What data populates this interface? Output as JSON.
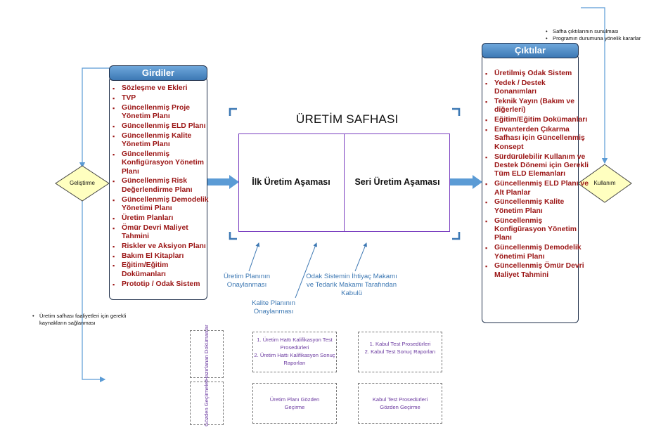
{
  "title": "ÜRETİM SAFHASI",
  "stages": [
    "İlk Üretim Aşaması",
    "Seri Üretim Aşaması"
  ],
  "inputs": {
    "header": "Girdiler",
    "items": [
      "Sözleşme ve Ekleri",
      "TVP",
      "Güncellenmiş Proje Yönetim Planı",
      "Güncellenmiş ELD Planı",
      "Güncellenmiş Kalite Yönetim Planı",
      "Güncellenmiş Konfigürasyon Yönetim Planı",
      "Güncellenmiş Risk Değerlendirme Planı",
      "Güncellenmiş Demodelik Yönetimi Planı",
      "Üretim Planları",
      "Ömür Devri Maliyet Tahmini",
      "Riskler ve Aksiyon Planı",
      "Bakım El Kitapları",
      "Eğitim/Eğitim Dokümanları",
      "Prototip / Odak Sistem"
    ]
  },
  "outputs": {
    "header": "Çıktılar",
    "items": [
      "Üretilmiş Odak Sistem",
      "Yedek / Destek Donanımları",
      "Teknik Yayın (Bakım ve diğerleri)",
      "Eğitim/Eğitim Dokümanları",
      "Envanterden Çıkarma Safhası için Güncellenmiş Konsept",
      "Sürdürülebilir Kullanım ve Destek Dönemi için Gerekli Tüm ELD Elemanları",
      "Güncellenmiş ELD Planı ve Alt Planlar",
      "Güncellenmiş Kalite Yönetim Planı",
      "Güncellenmiş Konfigürasyon Yönetim Planı",
      "Güncellenmiş Demodelik Yönetimi Planı",
      "Güncellenmiş Ömür Devri Maliyet Tahmini"
    ]
  },
  "left_node": "Geliştirme",
  "right_node": "Kullanım",
  "top_right_notes": [
    "Safha çıktılarının sunulması",
    "Programın durumuna yönelik kararlar"
  ],
  "bottom_left_note": "Üretim safhası faaliyetleri için gerekli kaynakların sağlanması",
  "approvals": {
    "production_plan": "Üretim Planının Onaylanması",
    "quality_plan": "Kalite Planının Onaylanması",
    "acceptance": "Odak Sistemin İhtiyaç Makamı ve Tedarik Makamı Tarafından Kabulü"
  },
  "rows": {
    "prepared_docs": "Hazırlanan Dokümanlar",
    "reviews": "Gözden Geçirmeler"
  },
  "cells": {
    "docs_1": "1. Üretim Hattı Kalifikasyon Test Prosedürleri\n2. Üretim Hattı Kalifikasyon Sonuç Raporları",
    "docs_2": "1. Kabul Test Prosedürleri\n2. Kabul Test Sonuç Raporları",
    "review_1": "Üretim Planı Gözden Geçirme",
    "review_2": "Kabul Test Prosedürleri Gözden Geçirme"
  },
  "colors": {
    "accent_blue": "#5b9bd5",
    "item_red": "#9b1515",
    "stage_border": "#7a3fc0",
    "diamond_fill": "#ffffc0"
  }
}
